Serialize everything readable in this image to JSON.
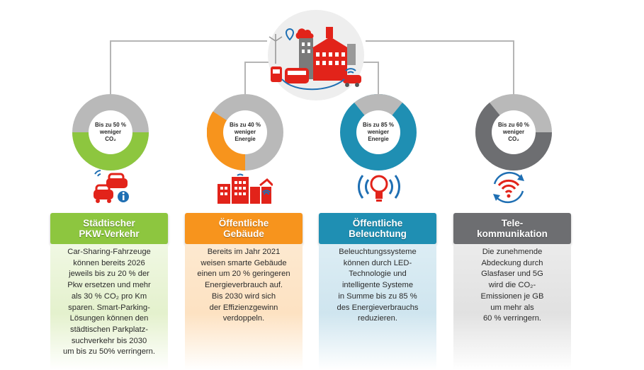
{
  "colors": {
    "green": "#8dc63f",
    "orange": "#f7941d",
    "teal": "#1f8fb3",
    "gray": "#6d6e71",
    "red": "#e2231a",
    "connector": "#b5b5b5"
  },
  "hub": {
    "icons": [
      "location-pin-icon",
      "cloud-icon",
      "wind-turbine-icon",
      "city-buildings-icon",
      "bus-icon",
      "train-icon",
      "car-icon",
      "wifi-icon"
    ]
  },
  "columns": [
    {
      "id": "pkw",
      "color": "#8dc63f",
      "gauge_percent": 50,
      "gauge_lines": [
        "Bis zu 50 %",
        "weniger",
        "CO₂"
      ],
      "icon": "cars-sharing-icon",
      "title": "Städtischer\nPKW-Verkehr",
      "body": "Car-Sharing-Fahrzeuge\nkönnen bereits 2026\njeweils bis zu 20 % der\nPkw ersetzen und mehr\nals 30 % CO₂ pro Km\nsparen. Smart-Parking-\nLösungen können den\nstädtischen Parkplatz-\nsuchverkehr bis 2030\num bis zu 50% verringern."
    },
    {
      "id": "gebaeude",
      "color": "#f7941d",
      "gauge_percent": 40,
      "gauge_lines": [
        "Bis zu 40 %",
        "weniger",
        "Energie"
      ],
      "icon": "smart-buildings-icon",
      "title": "Öffentliche\nGebäude",
      "body": "Bereits im Jahr 2021\nweisen smarte Gebäude\neinen um 20 % geringeren\nEnergieverbrauch auf.\nBis 2030 wird sich\nder Effizienzgewinn\nverdoppeln."
    },
    {
      "id": "beleuchtung",
      "color": "#1f8fb3",
      "gauge_percent": 85,
      "gauge_lines": [
        "Bis zu 85 %",
        "weniger",
        "Energie"
      ],
      "icon": "smart-lightbulb-icon",
      "title": "Öffentliche\nBeleuchtung",
      "body": "Beleuchtungssysteme\nkönnen durch LED-\nTechnologie und\nintelligente Systeme\nin Summe bis zu 85 %\ndes Energieverbrauchs\nreduzieren."
    },
    {
      "id": "tele",
      "color": "#6d6e71",
      "gauge_percent": 60,
      "gauge_lines": [
        "Bis zu 60 %",
        "weniger",
        "CO₂"
      ],
      "icon": "wifi-sync-icon",
      "title": "Tele-\nkommunikation",
      "body": "Die zunehmende\nAbdeckung durch\nGlasfaser und 5G\nwird die CO₂-\nEmissionen je GB\num mehr als\n60 % verringern."
    }
  ]
}
